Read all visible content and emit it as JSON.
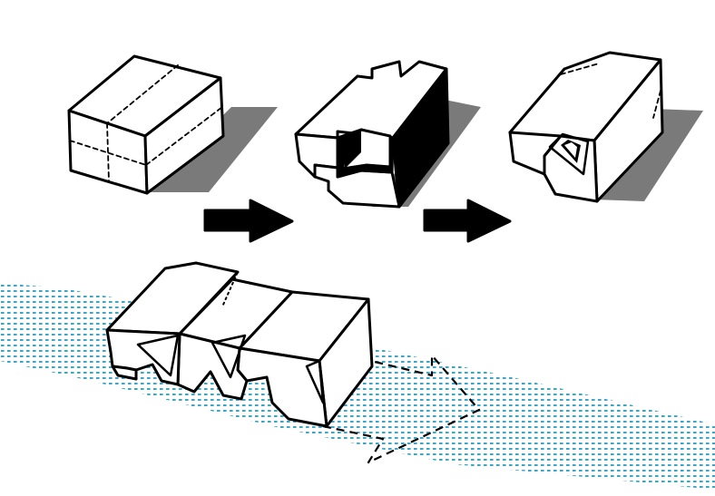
{
  "diagram": {
    "steps": [
      {
        "label": "",
        "shape": "solid-box"
      },
      {
        "label": "",
        "shape": "box-with-courtyard-cutout"
      },
      {
        "label": "",
        "shape": "box-with-triangular-openings"
      }
    ],
    "arrows": [
      {
        "from": 0,
        "to": 1,
        "style": "solid-black"
      },
      {
        "from": 1,
        "to": 2,
        "style": "solid-black"
      }
    ],
    "result": {
      "shape": "three-linked-carved-volumes",
      "flow_arrow": "dashed"
    }
  },
  "colors": {
    "ink": "#000000",
    "shadow": "#7a7a7a",
    "water_dots": "#3aa6c9",
    "paper": "#ffffff"
  }
}
